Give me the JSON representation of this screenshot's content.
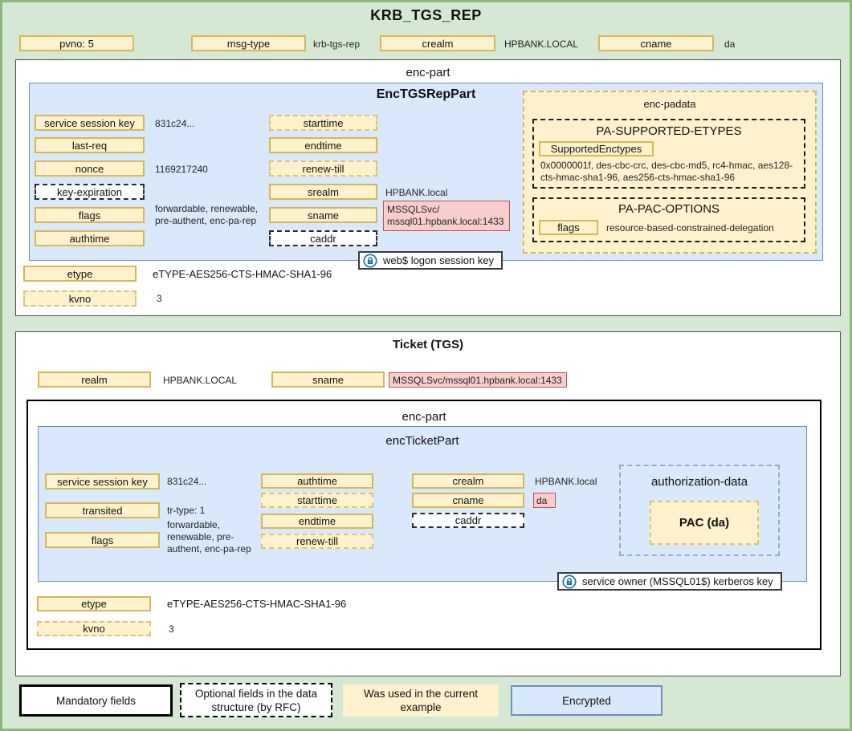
{
  "title": "KRB_TGS_REP",
  "colors": {
    "field_fill": "#fff2cc",
    "field_border": "#d6b656",
    "encrypted_fill": "#dae8fc",
    "encrypted_border": "#6c8ebf",
    "example_fill": "#f8cecc",
    "example_border": "#b85450",
    "page_bg": "#d5e8d4",
    "page_border": "#8cb87a",
    "lock_icon": "#10739e"
  },
  "header": {
    "pvno": "pvno: 5",
    "msg_type": "msg-type",
    "msg_type_value": "krb-tgs-rep",
    "crealm": "crealm",
    "crealm_value": "HPBANK.LOCAL",
    "cname": "cname",
    "cname_value": "da"
  },
  "rep": {
    "section_label": "enc-part",
    "title": "EncTGSRepPart",
    "service_session_key": "service session key",
    "service_session_key_value": "831c24...",
    "last_req": "last-req",
    "nonce": "nonce",
    "nonce_value": "1169217240",
    "key_expiration": "key-expiration",
    "flags": "flags",
    "flags_value": "forwardable, renewable,\npre-authent, enc-pa-rep",
    "authtime": "authtime",
    "starttime": "starttime",
    "endtime": "endtime",
    "renew_till": "renew-till",
    "srealm": "srealm",
    "srealm_value": "HPBANK.local",
    "sname": "sname",
    "sname_value": "MSSQLSvc/\nmssql01.hpbank.local:1433",
    "caddr": "caddr",
    "enc_padata": {
      "title": "enc-padata",
      "pa_supported_etypes": {
        "title": "PA-SUPPORTED-ETYPES",
        "field": "SupportedEnctypes",
        "value": "0x0000001f, des-cbc-crc, des-cbc-md5, rc4-hmac, aes128-\ncts-hmac-sha1-96, aes256-cts-hmac-sha1-96"
      },
      "pa_pac_options": {
        "title": "PA-PAC-OPTIONS",
        "field": "flags",
        "value": "resource-based-constrained-delegation"
      }
    },
    "lock_label": "web$ logon session key",
    "etype": "etype",
    "etype_value": "eTYPE-AES256-CTS-HMAC-SHA1-96",
    "kvno": "kvno",
    "kvno_value": "3"
  },
  "ticket": {
    "title": "Ticket (TGS)",
    "realm": "realm",
    "realm_value": "HPBANK.LOCAL",
    "sname": "sname",
    "sname_value": "MSSQLSvc/mssql01.hpbank.local:1433",
    "section_label": "enc-part",
    "enc_title": "encTicketPart",
    "service_session_key": "service session key",
    "service_session_key_value": "831c24...",
    "transited": "transited",
    "transited_value": "tr-type: 1",
    "flags": "flags",
    "flags_value": "forwardable,\nrenewable, pre-\nauthent, enc-pa-rep",
    "authtime": "authtime",
    "starttime": "starttime",
    "endtime": "endtime",
    "renew_till": "renew-till",
    "crealm": "crealm",
    "crealm_value": "HPBANK.local",
    "cname": "cname",
    "cname_value": "da",
    "caddr": "caddr",
    "authorization_data": {
      "title": "authorization-data",
      "pac": "PAC (da)"
    },
    "lock_label": "service owner (MSSQL01$) kerberos key",
    "etype": "etype",
    "etype_value": "eTYPE-AES256-CTS-HMAC-SHA1-96",
    "kvno": "kvno",
    "kvno_value": "3"
  },
  "legend": {
    "mandatory": "Mandatory fields",
    "optional": "Optional fields in the data\nstructure (by RFC)",
    "used": "Was used in the current\nexample",
    "encrypted": "Encrypted"
  }
}
